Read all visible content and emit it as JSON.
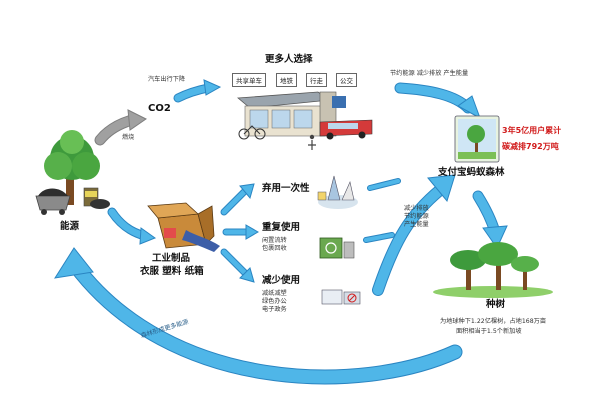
{
  "nodes": {
    "energy": "能源",
    "co2": "CO2",
    "more_choices": "更多人选择",
    "transport_options": [
      "共享单车",
      "地铁",
      "行走",
      "公交"
    ],
    "industrial": {
      "title": "工业制品",
      "subtitle": "衣服  塑料  纸箱"
    },
    "disposable": "弃用一次性",
    "reuse": {
      "title": "重复使用",
      "details": [
        "闲置流转",
        "包裹回收"
      ]
    },
    "reduce": {
      "title": "减少使用",
      "details": [
        "减纸减塑",
        "绿色办公",
        "电子政务"
      ]
    },
    "ant_forest": "支付宝蚂蚁森林",
    "user_stat_line1": "3年5亿用户累计",
    "user_stat_line2": "碳减排792万吨",
    "plant_trees": {
      "title": "种树",
      "detail_line1": "为地球种下1.22亿棵树，占地168万亩",
      "detail_line2": "面积相当于1.5个新加坡"
    }
  },
  "edge_labels": {
    "car_less": "汽车出行下降",
    "burn": "燃烧",
    "benefits_top": "节约能源  减少排放  产生能量",
    "benefits_mid": [
      "减少排放",
      "节约能源",
      "产生能量"
    ],
    "forest_energy": "森林形成更多能源"
  },
  "colors": {
    "arrow_fill": "#4fb6e8",
    "arrow_stroke": "#2a85c2",
    "arrow_gray": "#a0a0a0",
    "highlight_red": "#d11a1a"
  }
}
